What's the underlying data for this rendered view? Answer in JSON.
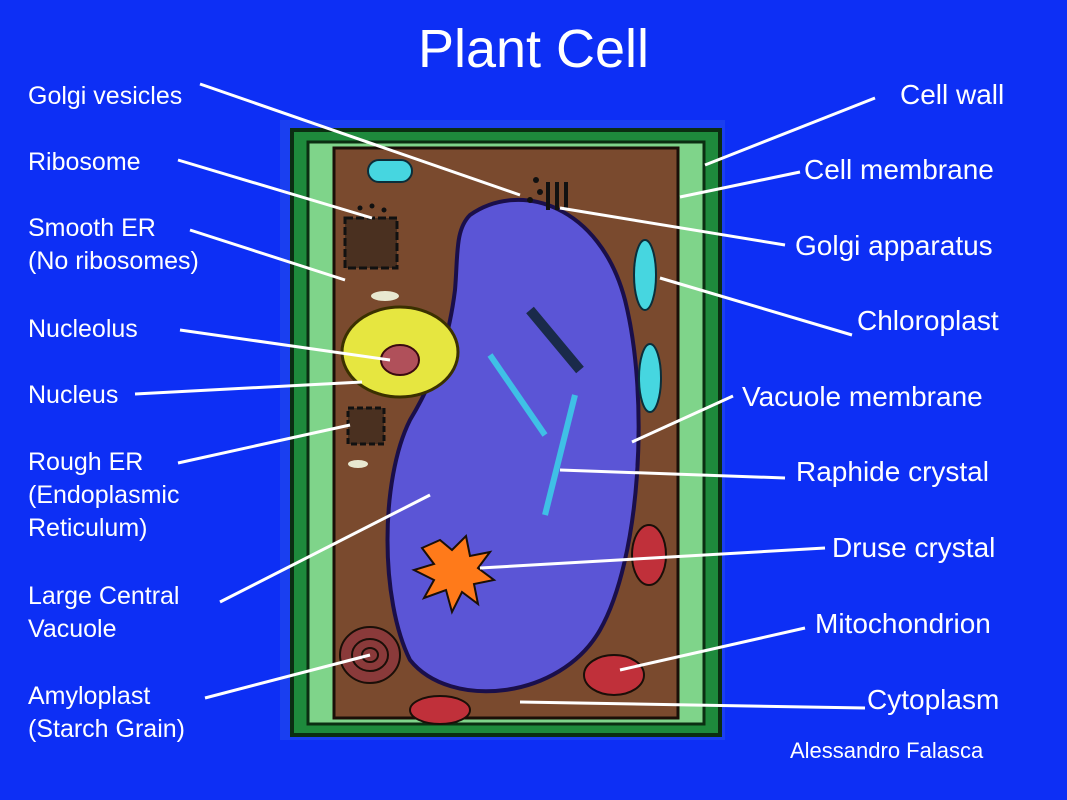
{
  "title": "Plant Cell",
  "labels_left": [
    "Golgi vesicles",
    "Ribosome",
    "Smooth ER",
    "(No ribosomes)",
    "Nucleolus",
    "Nucleus",
    "Rough ER",
    "(Endoplasmic",
    "Reticulum)",
    "Large Central",
    "Vacuole",
    "Amyloplast",
    "(Starch Grain)"
  ],
  "labels_right": [
    "Cell wall",
    "Cell membrane",
    "Golgi apparatus",
    "Chloroplast",
    "Vacuole membrane",
    "Raphide crystal",
    "Druse crystal",
    "Mitochondrion",
    "Cytoplasm"
  ],
  "credit": "Alessandro Falasca",
  "colors": {
    "background": "#0d2ff5",
    "cell_wall": "#1e8a3c",
    "cell_membrane": "#7fd48a",
    "cytoplasm": "#7a4a2e",
    "vacuole": "#5b55d6",
    "nucleus": "#e6e640",
    "nucleolus": "#b0505a",
    "chloroplast": "#46d6e0",
    "mitochondrion": "#c0303a",
    "druse_crystal": "#ff7a1a"
  }
}
